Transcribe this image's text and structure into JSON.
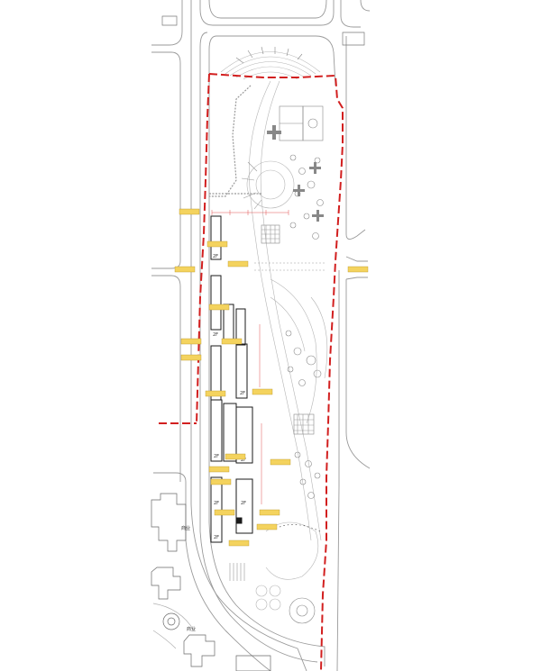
{
  "plan": {
    "colors": {
      "road": "#9a9a9a",
      "site_boundary": "#d21f1f",
      "building": "#1a1a1a",
      "landscape": "#b5b5b5",
      "tag_fill": "#f4d35e",
      "tag_stroke": "#b8962a",
      "dimension": "#e05050"
    },
    "floor_labels": [
      "2F",
      "2F",
      "2F",
      "2F",
      "2F",
      "2F",
      "2F",
      "2F",
      "2F"
    ],
    "building_labels": [
      "商业",
      "商业"
    ],
    "elevation_tags": [
      "",
      "",
      "",
      "",
      "",
      "",
      "",
      "",
      "",
      "",
      "",
      "",
      "",
      "",
      "",
      "",
      "",
      "",
      ""
    ],
    "dimension_marks": [
      "",
      "",
      "",
      ""
    ]
  }
}
